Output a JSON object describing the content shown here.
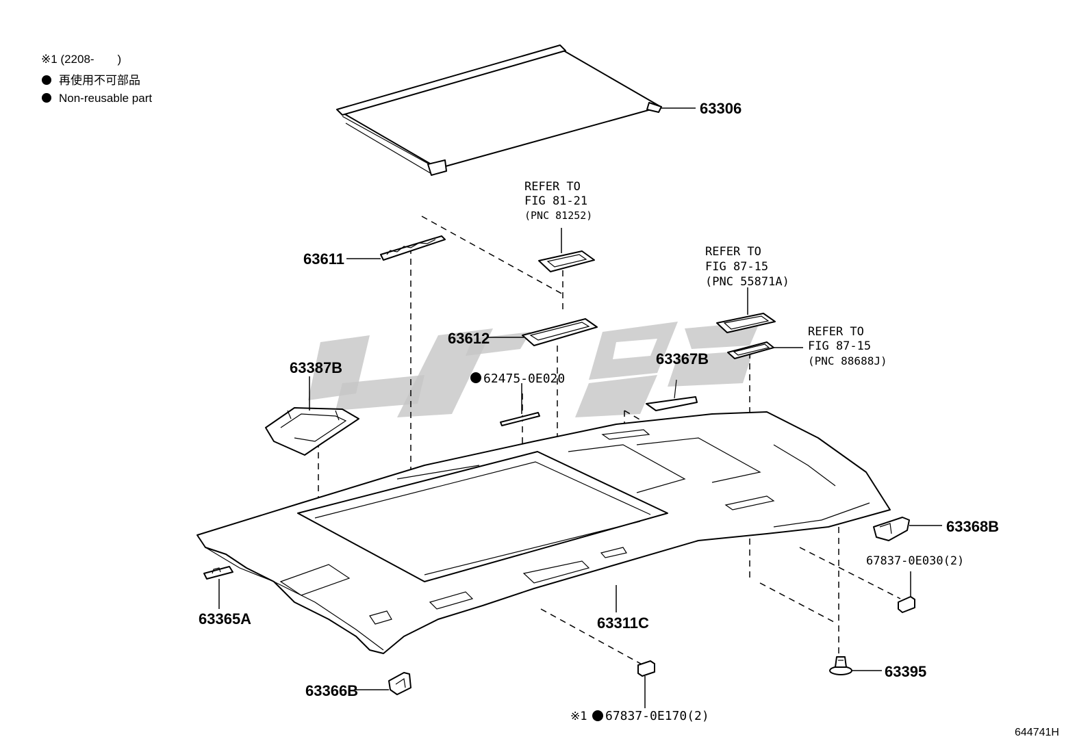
{
  "legend": {
    "note": "※1 (2208-　　)",
    "line_jp": "再使用不可部品",
    "line_en": "Non-reusable part"
  },
  "parts": {
    "p63306": "63306",
    "p63611": "63611",
    "p63612": "63612",
    "p63387B": "63387B",
    "p62475": "62475-0E020",
    "p63367B": "63367B",
    "p63368B": "63368B",
    "p67837_030": "67837-0E030(2)",
    "p63365A": "63365A",
    "p63311C": "63311C",
    "p63366B": "63366B",
    "p67837_170_prefix": "※1",
    "p67837_170": "67837-0E170(2)",
    "p63395": "63395"
  },
  "refs": {
    "r1": {
      "l1": "REFER TO",
      "l2": "FIG 81-21",
      "l3": "(PNC 81252)"
    },
    "r2": {
      "l1": "REFER TO",
      "l2": "FIG 87-15",
      "l3": "(PNC 55871A)"
    },
    "r3": {
      "l1": "REFER TO",
      "l2": "FIG 87-15",
      "l3": "(PNC 88688J)"
    }
  },
  "figure_id": "644741H",
  "colors": {
    "line": "#000000",
    "watermark": "#c6c6c6",
    "background": "#ffffff"
  }
}
